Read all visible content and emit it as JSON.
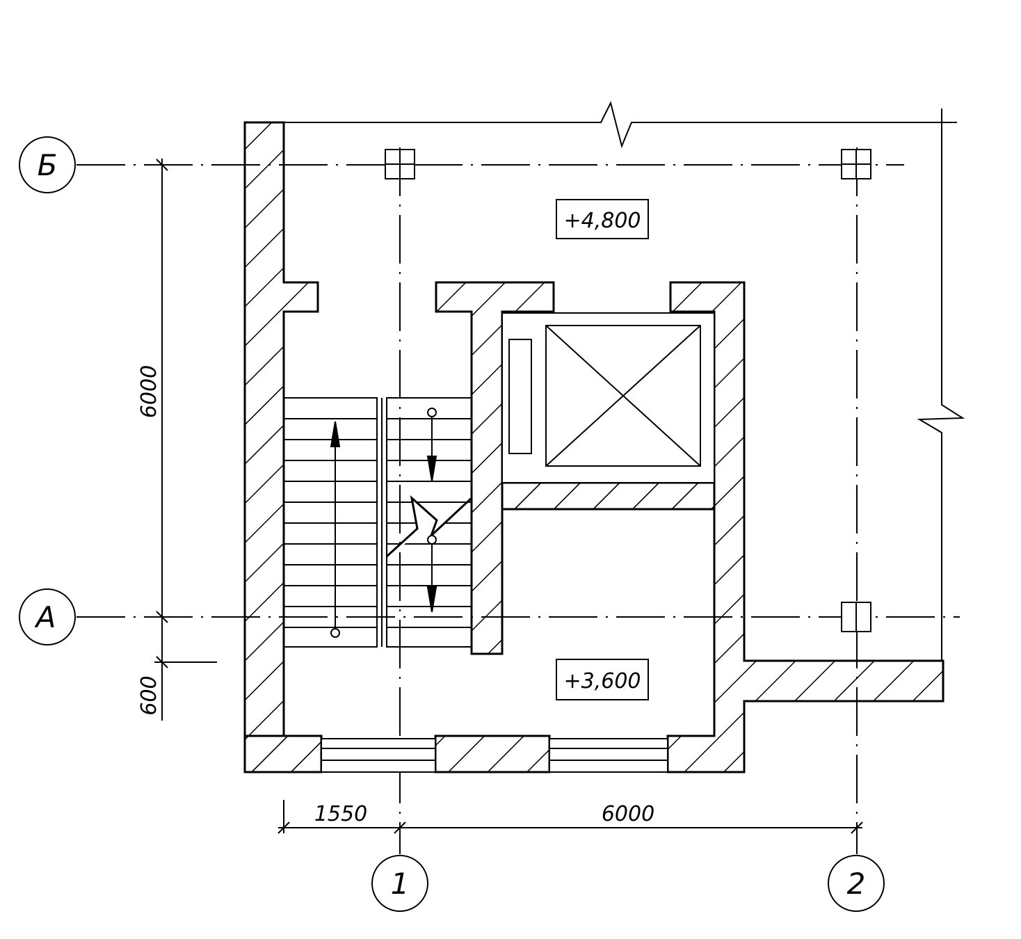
{
  "axes": {
    "rows": [
      {
        "label": "Б"
      },
      {
        "label": "А"
      }
    ],
    "columns": [
      {
        "label": "1"
      },
      {
        "label": "2"
      }
    ]
  },
  "dimensions": {
    "vertical_main": "6000",
    "vertical_offset": "600",
    "horizontal_left": "1550",
    "horizontal_main": "6000"
  },
  "elevations": {
    "upper_landing": "+4,800",
    "lower_landing": "+3,600"
  },
  "colors": {
    "line": "#000000",
    "background": "#ffffff"
  }
}
